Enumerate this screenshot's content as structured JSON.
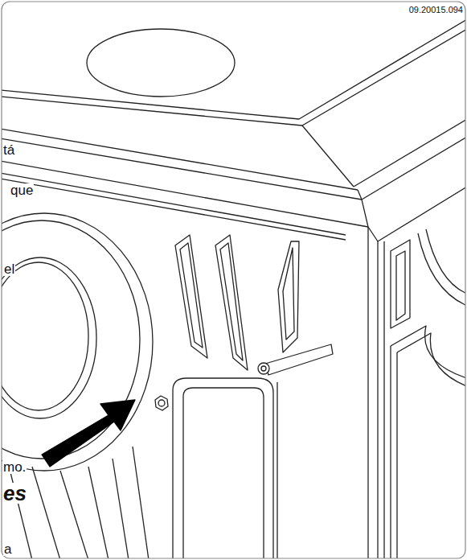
{
  "diagram": {
    "labels": [
      "09.20015.094",
      "tá",
      "que",
      "el",
      "mo.",
      "es",
      "a"
    ]
  }
}
